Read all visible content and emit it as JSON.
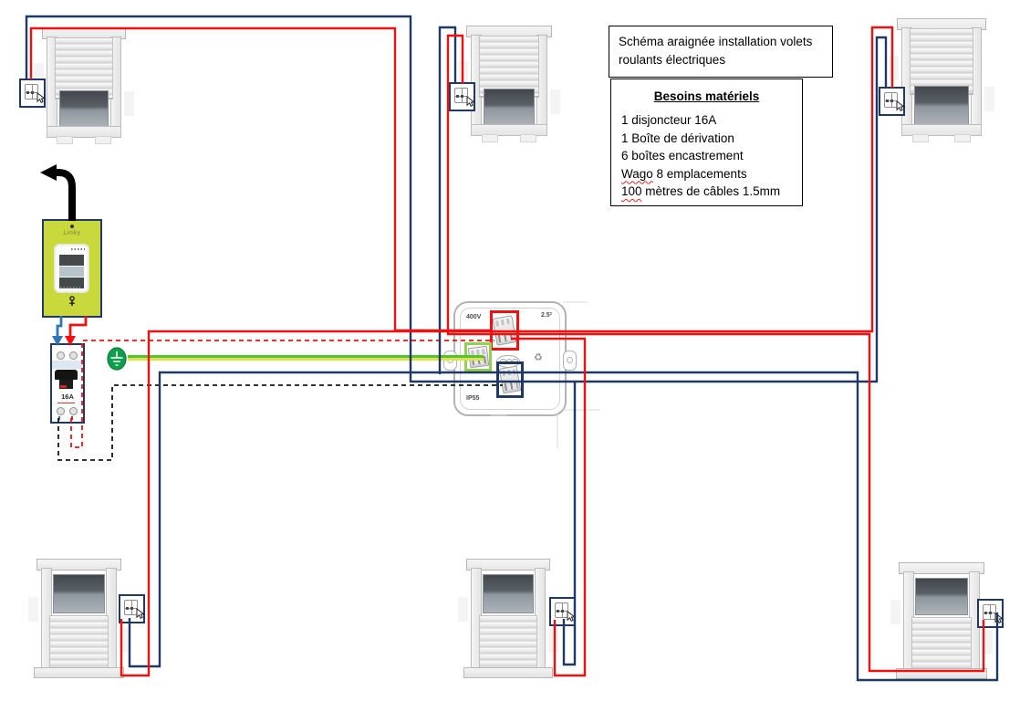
{
  "title_box": {
    "text": "Schéma araignée installation volets roulants électriques"
  },
  "materials_box": {
    "heading": "Besoins matériels",
    "items": [
      {
        "text": "1 disjoncteur 16A"
      },
      {
        "text": "1 Boîte de dérivation"
      },
      {
        "text": "6 boîtes encastrement"
      },
      {
        "text": "Wago 8 emplacements",
        "spellcheck_word": "Wago"
      },
      {
        "text": "100 mètres de câbles 1.5mm",
        "spellcheck_word": "100"
      }
    ]
  },
  "meter": {
    "brand": "Linky"
  },
  "breaker": {
    "rating": "16A"
  },
  "junction_box": {
    "voltage": "400V",
    "wire_section": "2.5²",
    "ip_rating": "IP55"
  },
  "colors": {
    "phase": "#f01010",
    "neutral_dark": "#1f3864",
    "neutral_blue": "#2e75b6",
    "earth_green": "#55c42d",
    "earth_yellow": "#d9e44e",
    "earth_symbol": "#0ca04e",
    "meter_body": "#c9d93b",
    "dashed_neutral": "#161616",
    "wago_green": "#92d050"
  }
}
